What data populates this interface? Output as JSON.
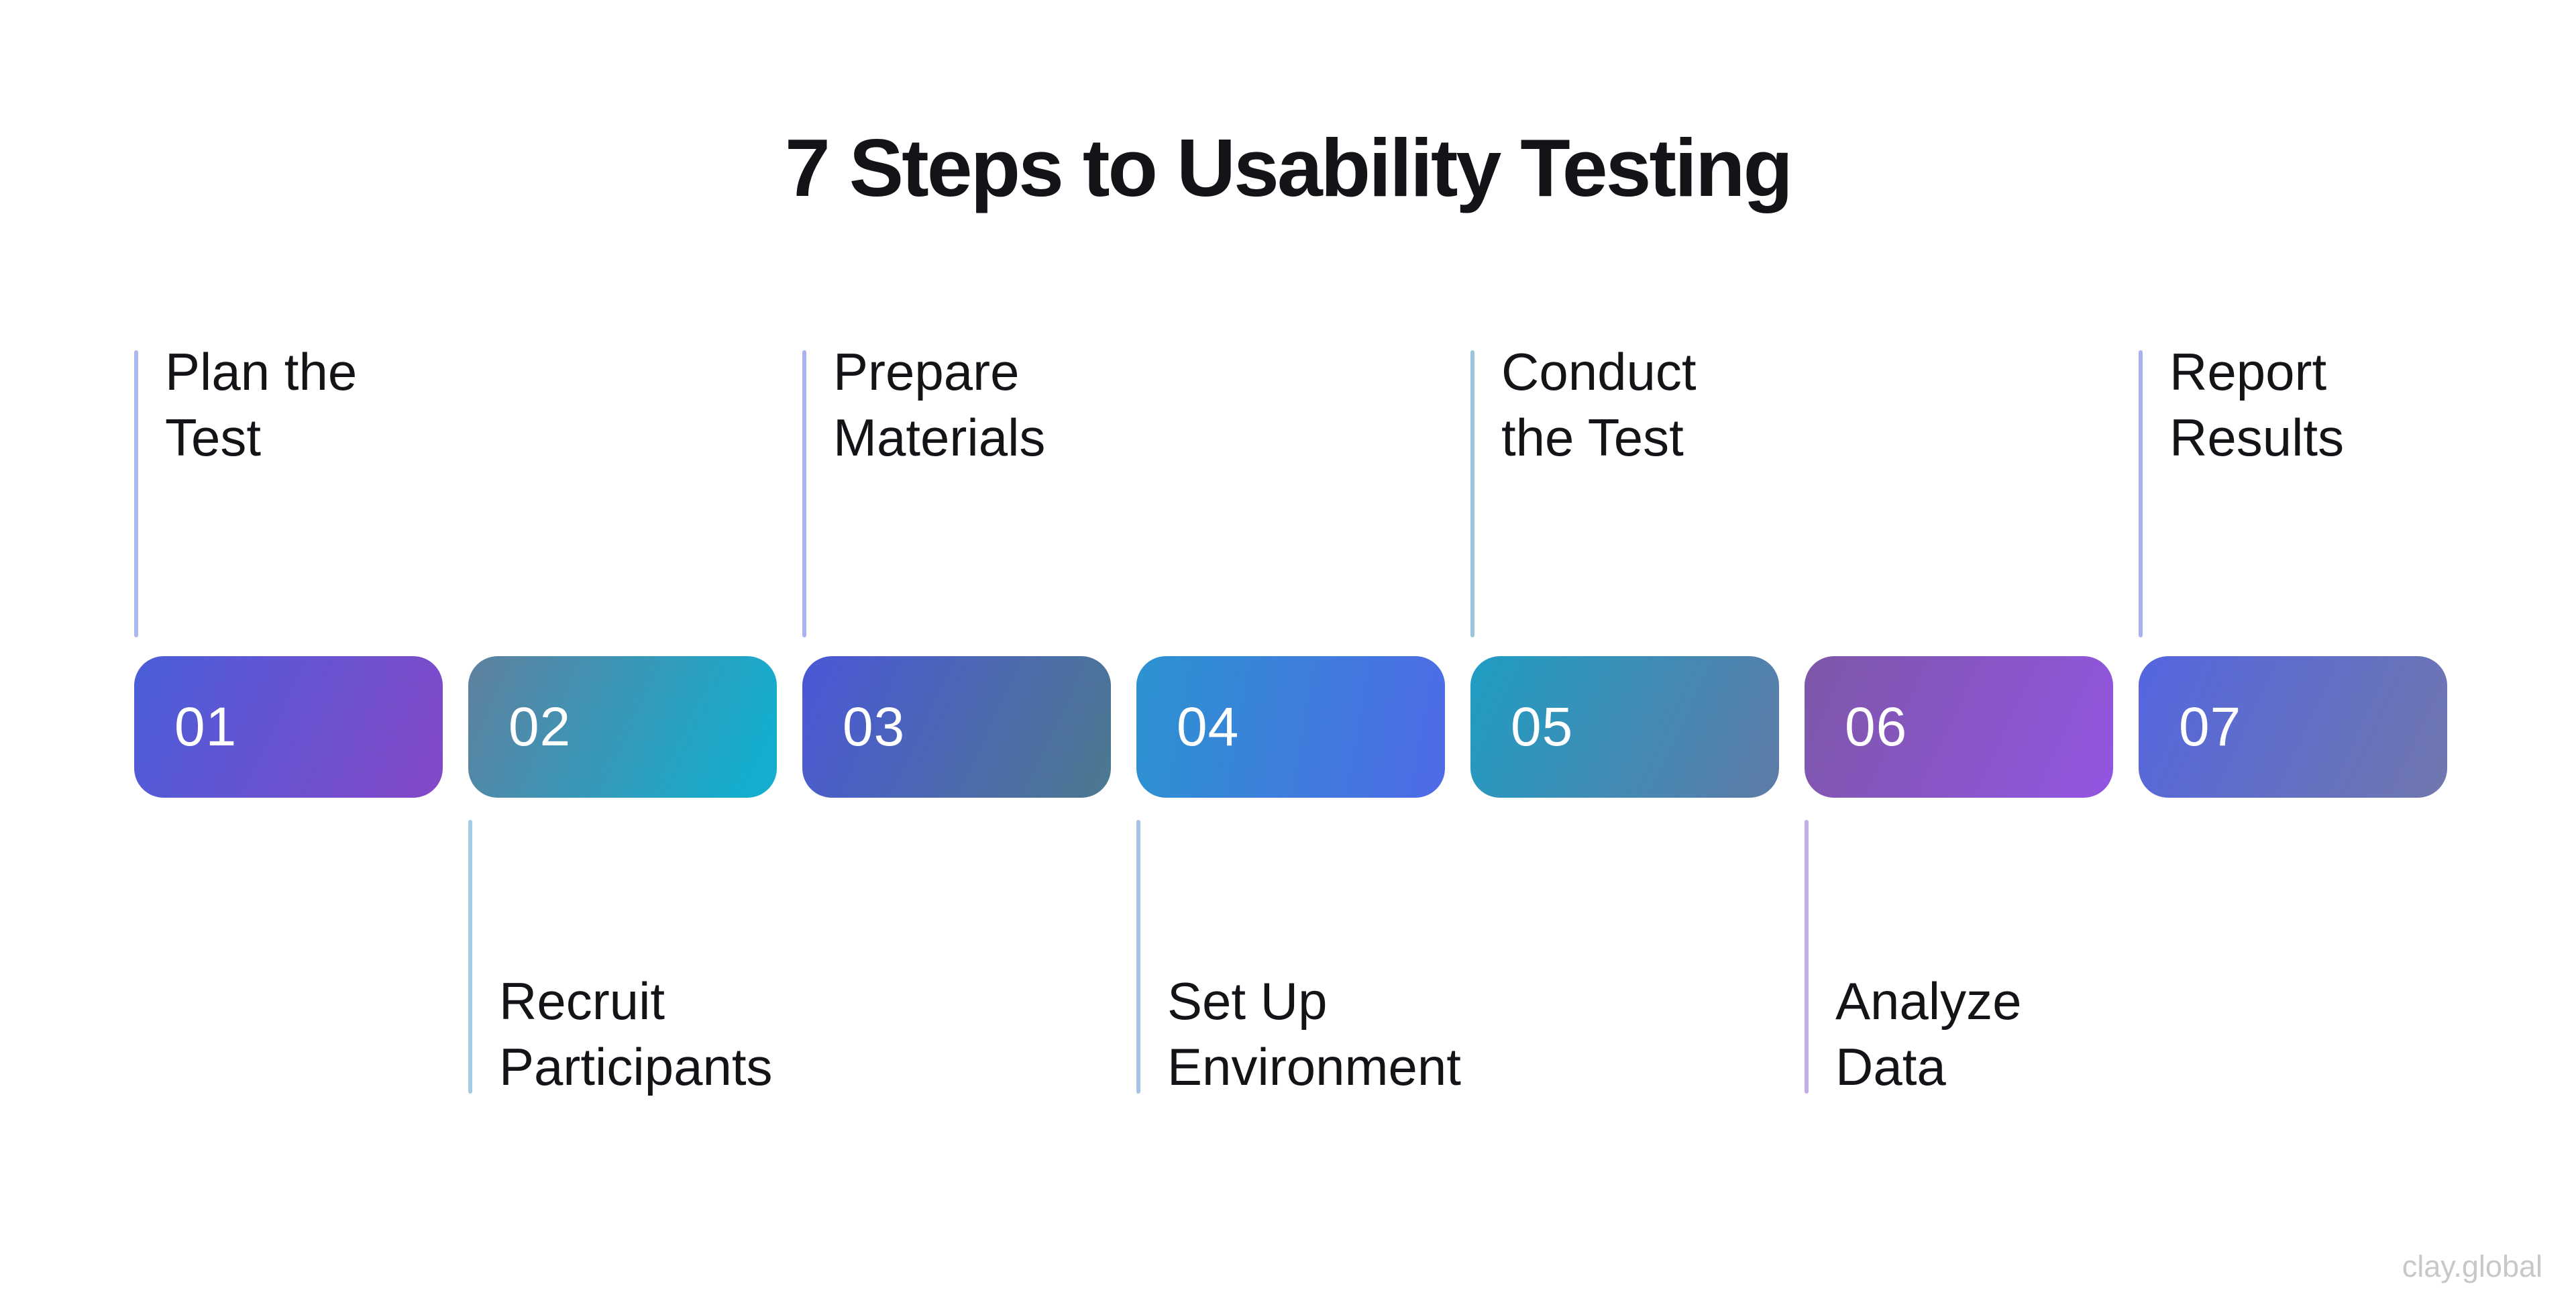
{
  "title": "7 Steps to Usability Testing",
  "watermark": "clay.global",
  "colors": {
    "background": "#FFFFFF",
    "text": "#131417",
    "number_text": "#FFFFFF",
    "watermark_text": "#C7C8CA"
  },
  "steps": [
    {
      "number": "01",
      "label": "Plan the\nTest",
      "label_position": "above",
      "gradient": "linear-gradient(115deg, #4A5ED9 0%, #8448C8 100%)",
      "connector_color": "#ADBAF1"
    },
    {
      "number": "02",
      "label": "Recruit\nParticipants",
      "label_position": "below",
      "gradient": "linear-gradient(115deg, #60809F 0%, #14ADCE 90%)",
      "connector_color": "#A4CAE4"
    },
    {
      "number": "03",
      "label": "Prepare\nMaterials",
      "label_position": "above",
      "gradient": "linear-gradient(115deg, #4B57D7 0%, #4C798E 100%)",
      "connector_color": "#A9B3F0"
    },
    {
      "number": "04",
      "label": "Set Up\nEnvironment",
      "label_position": "below",
      "gradient": "linear-gradient(100deg, #2B93D1 0%, #4F6AE6 100%)",
      "connector_color": "#A5C2E8"
    },
    {
      "number": "05",
      "label": "Conduct\nthe Test",
      "label_position": "above",
      "gradient": "linear-gradient(115deg, #1F9DC3 0%, #5F7BA7 100%)",
      "connector_color": "#9CC6DE"
    },
    {
      "number": "06",
      "label": "Analyze\nData",
      "label_position": "below",
      "gradient": "linear-gradient(115deg, #7D57A9 0%, #9355E2 100%)",
      "connector_color": "#C3ADE8"
    },
    {
      "number": "07",
      "label": "Report\nResults",
      "label_position": "above",
      "gradient": "linear-gradient(115deg, #5466DF 0%, #7077AE 100%)",
      "connector_color": "#A8B2F0"
    }
  ]
}
